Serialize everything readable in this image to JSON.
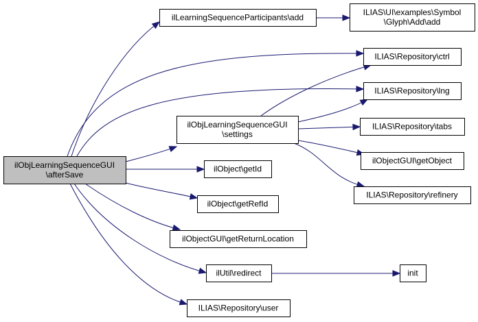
{
  "diagram": {
    "type": "call-graph",
    "edge_color": "#191970",
    "root_fill": "#bfbfbf",
    "node_fill": "#ffffff",
    "nodes": [
      {
        "id": "root",
        "lines": [
          "ilObjLearningSequenceGUI",
          "\\afterSave"
        ],
        "root": true
      },
      {
        "id": "participants_add",
        "lines": [
          "ilLearningSequenceParticipants\\add"
        ]
      },
      {
        "id": "glyph_add",
        "lines": [
          "ILIAS\\UI\\examples\\Symbol",
          "\\Glyph\\Add\\add"
        ]
      },
      {
        "id": "repo_ctrl",
        "lines": [
          "ILIAS\\Repository\\ctrl"
        ]
      },
      {
        "id": "repo_lng",
        "lines": [
          "ILIAS\\Repository\\lng"
        ]
      },
      {
        "id": "settings",
        "lines": [
          "ilObjLearningSequenceGUI",
          "\\settings"
        ]
      },
      {
        "id": "repo_tabs",
        "lines": [
          "ILIAS\\Repository\\tabs"
        ]
      },
      {
        "id": "get_object",
        "lines": [
          "ilObjectGUI\\getObject"
        ]
      },
      {
        "id": "repo_refinery",
        "lines": [
          "ILIAS\\Repository\\refinery"
        ]
      },
      {
        "id": "get_id",
        "lines": [
          "ilObject\\getId"
        ]
      },
      {
        "id": "get_ref_id",
        "lines": [
          "ilObject\\getRefId"
        ]
      },
      {
        "id": "get_return_location",
        "lines": [
          "ilObjectGUI\\getReturnLocation"
        ]
      },
      {
        "id": "redirect",
        "lines": [
          "ilUtil\\redirect"
        ]
      },
      {
        "id": "init",
        "lines": [
          "init"
        ]
      },
      {
        "id": "repo_user",
        "lines": [
          "ILIAS\\Repository\\user"
        ]
      }
    ],
    "edges": [
      {
        "from": "root",
        "to": "participants_add"
      },
      {
        "from": "root",
        "to": "repo_ctrl"
      },
      {
        "from": "root",
        "to": "repo_lng"
      },
      {
        "from": "root",
        "to": "settings"
      },
      {
        "from": "root",
        "to": "get_id"
      },
      {
        "from": "root",
        "to": "get_ref_id"
      },
      {
        "from": "root",
        "to": "get_return_location"
      },
      {
        "from": "root",
        "to": "redirect"
      },
      {
        "from": "root",
        "to": "repo_user"
      },
      {
        "from": "participants_add",
        "to": "glyph_add"
      },
      {
        "from": "settings",
        "to": "repo_ctrl"
      },
      {
        "from": "settings",
        "to": "repo_lng"
      },
      {
        "from": "settings",
        "to": "repo_tabs"
      },
      {
        "from": "settings",
        "to": "get_object"
      },
      {
        "from": "settings",
        "to": "repo_refinery"
      },
      {
        "from": "redirect",
        "to": "init"
      }
    ]
  }
}
